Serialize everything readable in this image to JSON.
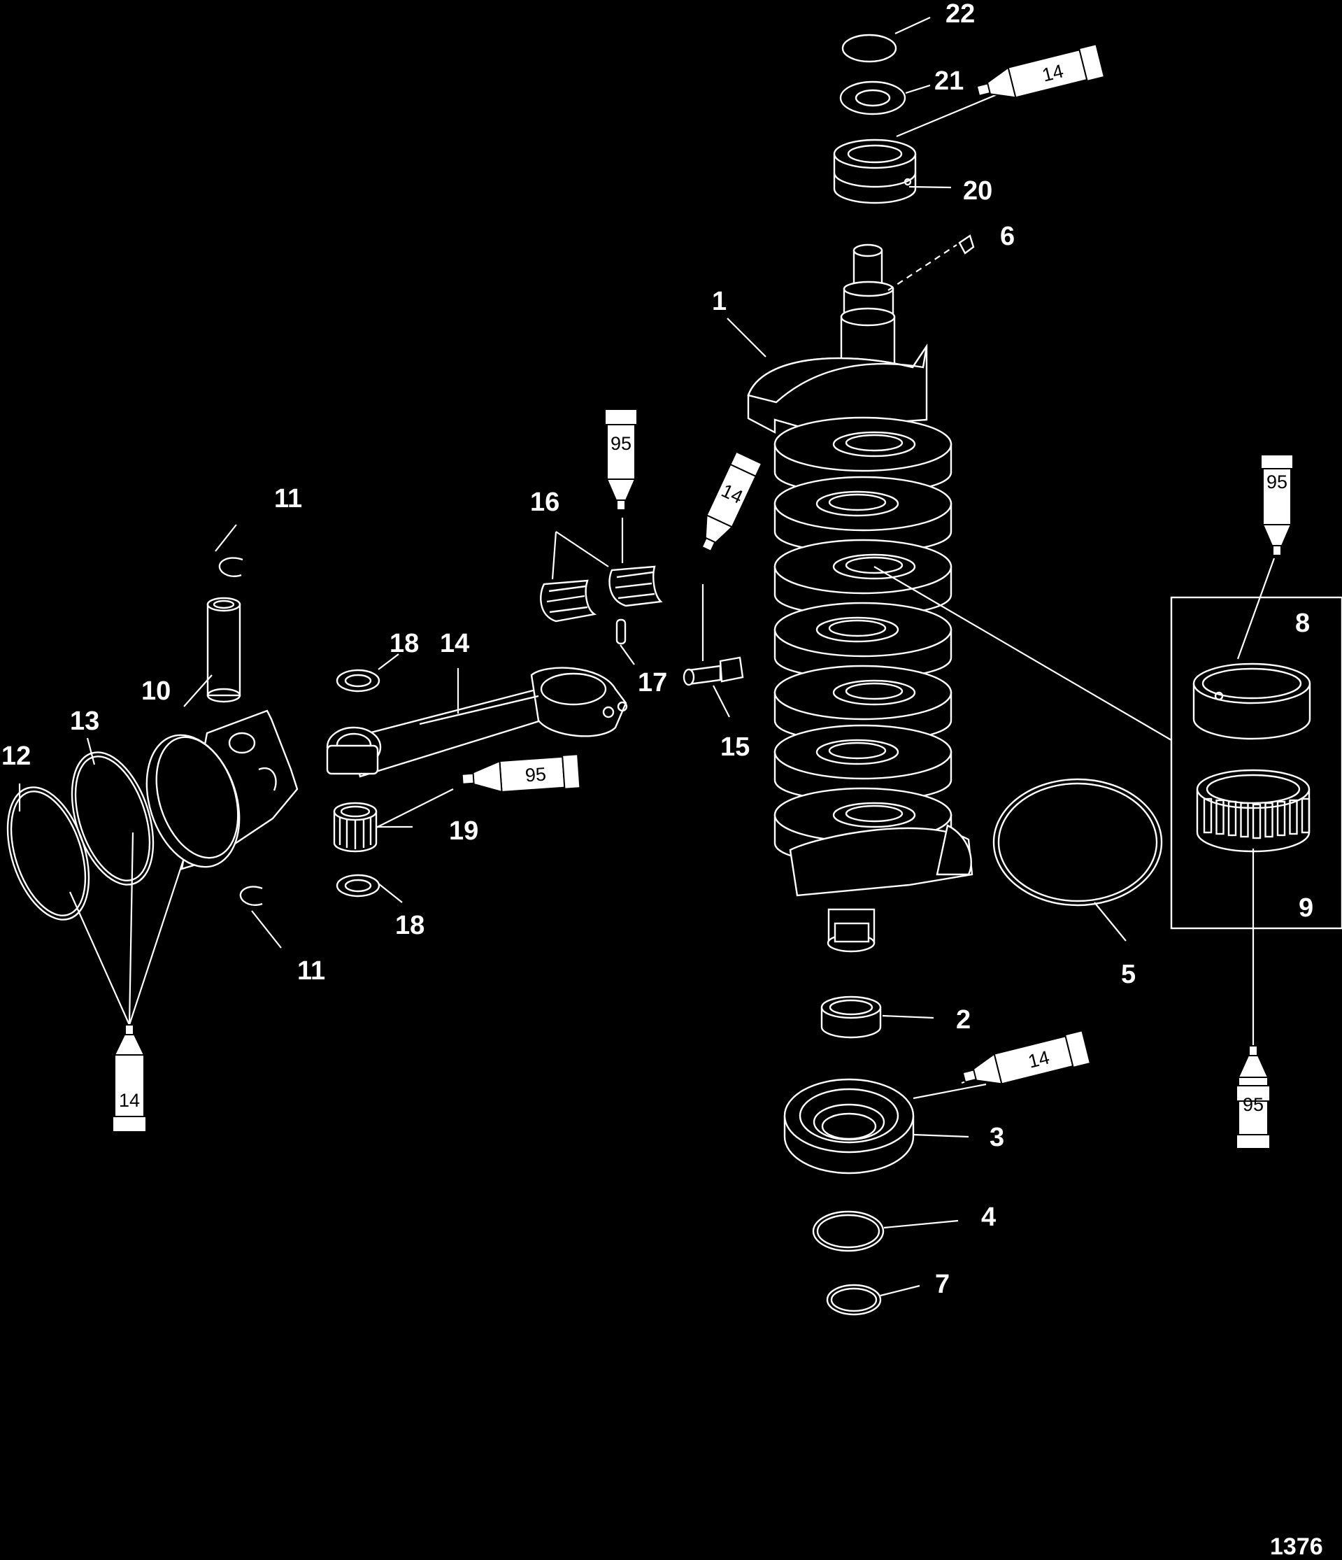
{
  "figure": {
    "number": "1376",
    "colors": {
      "background": "#000000",
      "line": "#ffffff"
    }
  },
  "callouts": [
    "1",
    "2",
    "3",
    "4",
    "5",
    "6",
    "7",
    "8",
    "9",
    "10",
    "11",
    "11",
    "12",
    "13",
    "14",
    "15",
    "16",
    "17",
    "18",
    "18",
    "19",
    "20",
    "21",
    "22"
  ],
  "lubricant_tubes": [
    "14",
    "14",
    "14",
    "14",
    "95",
    "95",
    "95",
    "95"
  ]
}
